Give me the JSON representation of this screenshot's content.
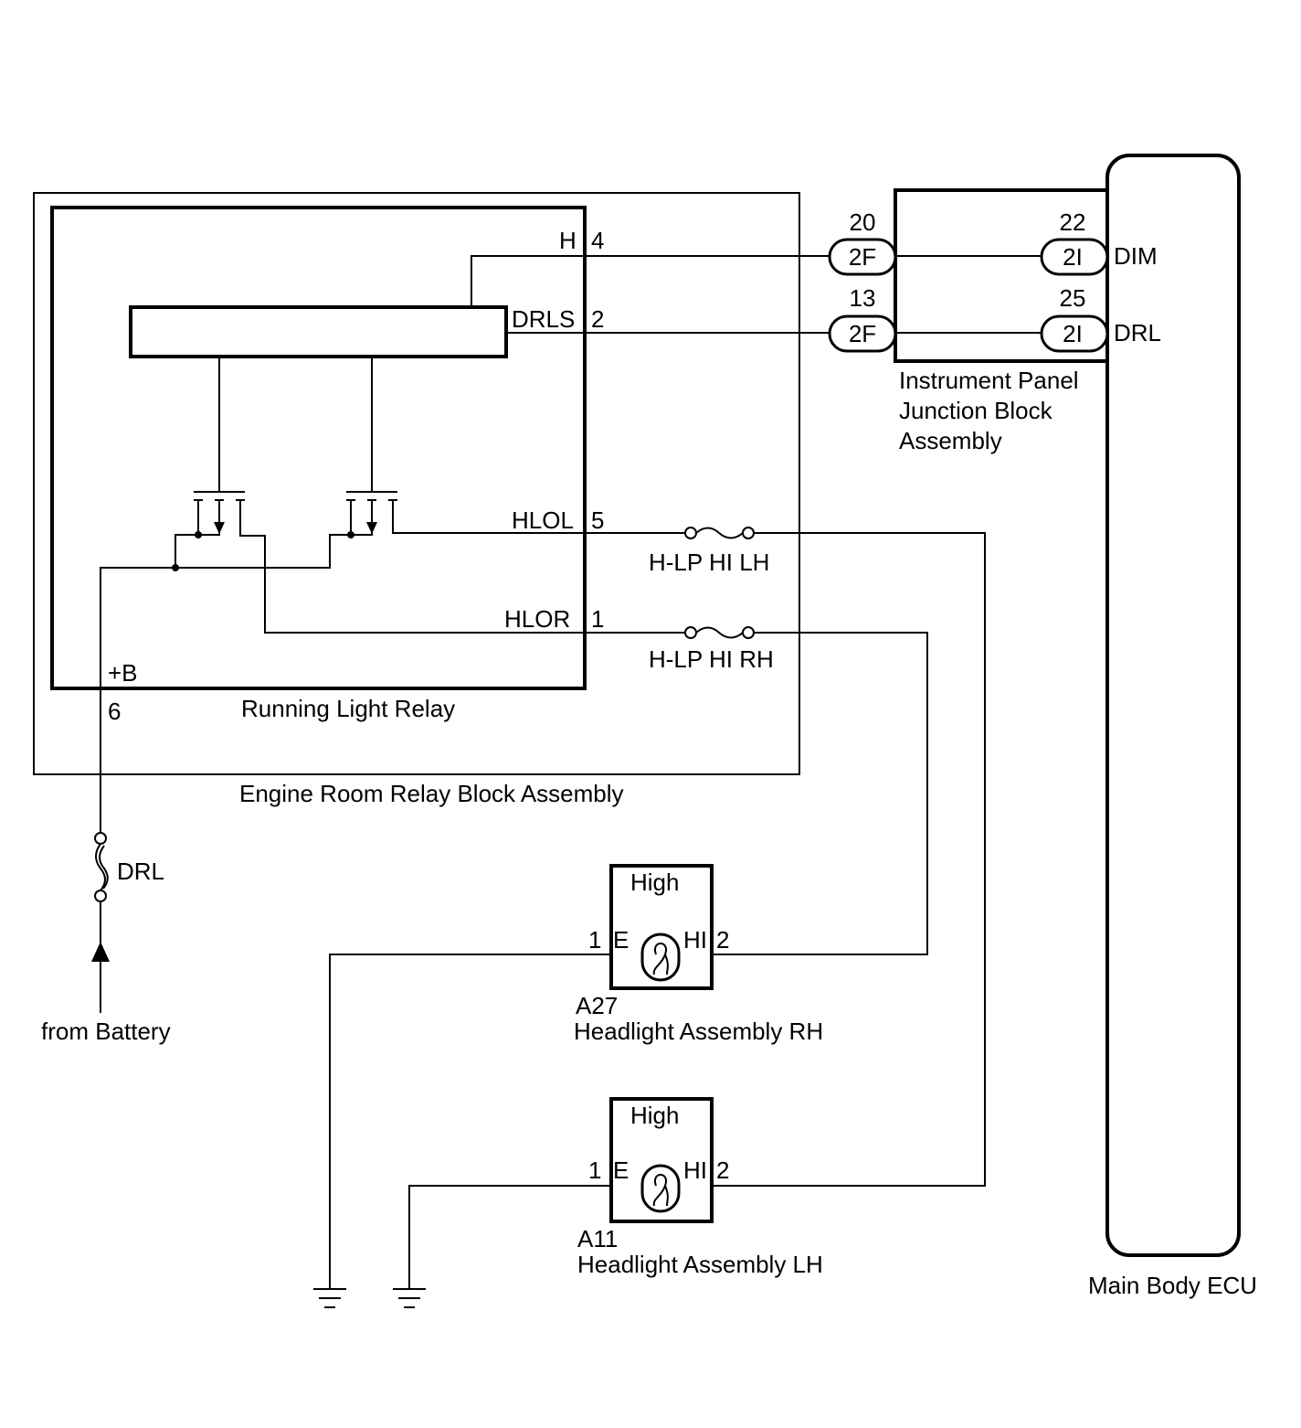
{
  "labels": {
    "engine_room_block": "Engine Room Relay Block Assembly",
    "running_light_relay": "Running Light Relay",
    "ip_junction_line1": "Instrument Panel",
    "ip_junction_line2": "Junction Block",
    "ip_junction_line3": "Assembly",
    "main_body_ecu": "Main Body ECU",
    "from_battery": "from Battery",
    "drl_fuse": "DRL",
    "fuse_hlp_hi_lh": "H-LP HI LH",
    "fuse_hlp_hi_rh": "H-LP HI RH",
    "hl_rh_code": "A27",
    "hl_rh_name": "Headlight Assembly RH",
    "hl_lh_code": "A11",
    "hl_lh_name": "Headlight Assembly LH",
    "high": "High"
  },
  "relay_pins": {
    "h_name": "H",
    "h_num": "4",
    "drls_name": "DRLS",
    "drls_num": "2",
    "hlol_name": "HLOL",
    "hlol_num": "5",
    "hlor_name": "HLOR",
    "hlor_num": "1",
    "b_name": "+B",
    "b_num": "6"
  },
  "connectors": {
    "c2f_top_num": "20",
    "c2f_top": "2F",
    "c2f_bot_num": "13",
    "c2f_bot": "2F",
    "c2i_top_num": "22",
    "c2i_top": "2I",
    "c2i_bot_num": "25",
    "c2i_bot": "2I"
  },
  "ecu_pins": {
    "dim": "DIM",
    "drl": "DRL"
  },
  "headlight_pins": {
    "e_num": "1",
    "e_name": "E",
    "hi_name": "HI",
    "hi_num": "2"
  }
}
